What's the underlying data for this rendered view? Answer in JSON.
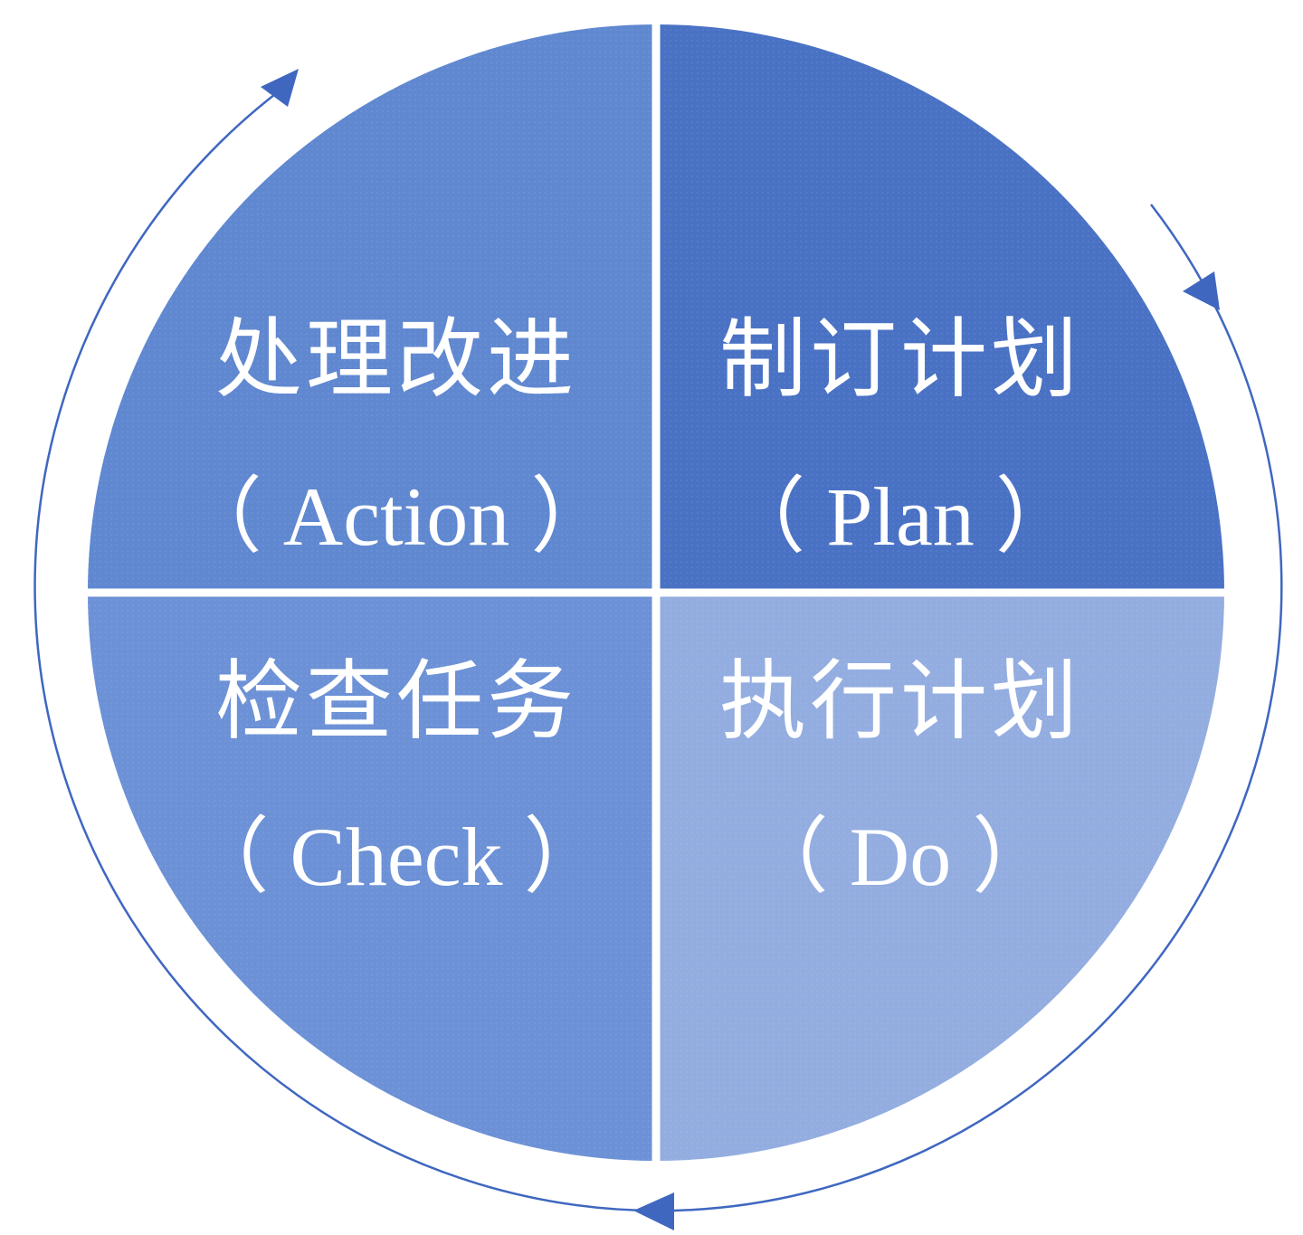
{
  "colors": {
    "background": "#ffffff",
    "plan": "#4a72c4",
    "action": "#6088d0",
    "check": "#6c91d6",
    "do": "#93ade0",
    "divider": "#ffffff",
    "ring": "#3f67c0",
    "label": "#ffffff"
  },
  "quadrants": {
    "action": {
      "zh": "处理改进",
      "en": "（ Action ）"
    },
    "plan": {
      "zh": "制订计划",
      "en": "（ Plan ）"
    },
    "check": {
      "zh": "检查任务",
      "en": "（ Check ）"
    },
    "do": {
      "zh": "执行计划",
      "en": "（ Do ）"
    }
  },
  "cycle_direction": "clockwise"
}
